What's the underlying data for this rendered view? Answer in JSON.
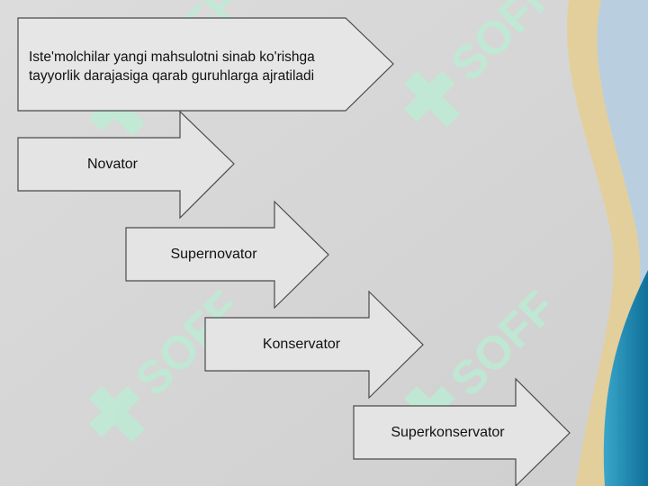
{
  "intro_text": "Iste'molchilar yangi mahsulotni sinab ko'rishga tayyorlik darajasiga qarab guruhlarga ajratiladi",
  "intro_line1": "Iste'molchilar yangi mahsulotni sinab ko'rishga",
  "intro_line2": "tayyorlik darajasiga qarab guruhlarga ajratiladi",
  "groups": [
    {
      "label": "Novator"
    },
    {
      "label": "Supernovator"
    },
    {
      "label": "Konservator"
    },
    {
      "label": "Superkonservator"
    }
  ],
  "watermark": "SOFF",
  "colors": {
    "background": "#d9d9d9",
    "arrow_fill": "#e4e4e4",
    "arrow_stroke": "#4a4a4a",
    "watermark": "#b9eed4",
    "wave_sand": "#e3cf9c",
    "wave_blue_light": "#a9c7dc",
    "wave_blue_dark": "#1d8fb6"
  }
}
